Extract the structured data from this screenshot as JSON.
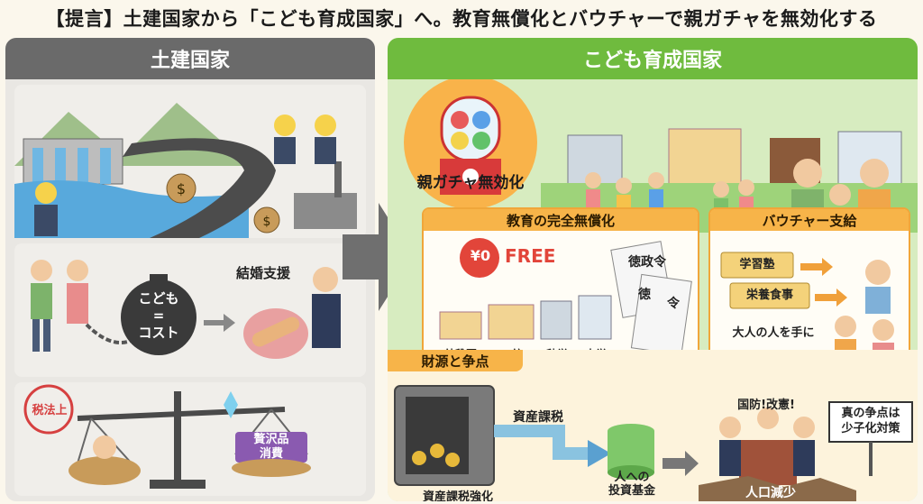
{
  "title": "【提言】土建国家から「こども育成国家」へ。教育無償化とバウチャーで親ガチャを無効化する",
  "left": {
    "header": "土建国家",
    "children_cost": "こども\n=\nコスト",
    "children_cost_l1": "こども",
    "children_cost_l2": "=",
    "children_cost_l3": "コスト",
    "marriage_support": "結婚支援",
    "tax_stamp": "税法上",
    "luxury": "贅沢品\n消費",
    "luxury_l1": "贅沢品",
    "luxury_l2": "消費"
  },
  "right": {
    "header": "こども育成国家",
    "gacha_label": "親ガチャ無効化",
    "free_edu": {
      "head": "教育の完全無償化",
      "zero": "¥0",
      "free": "FREE",
      "decree_1": "徳政令",
      "decree_2": "徳",
      "decree_3": "令",
      "schools": [
        "幼稚園",
        "〜統",
        "秋学",
        "大学"
      ]
    },
    "voucher": {
      "head": "バウチャー支給",
      "ticket_1": "学習塾",
      "ticket_2": "栄養食事",
      "caption": "大人の人を手に"
    },
    "finance": {
      "head": "財源と争点",
      "asset_tax": "資産課税",
      "asset_tax_strengthen": "資産課税強化",
      "fund_l1": "人への",
      "fund_l2": "投資基金",
      "slogan": "国防!改憲!",
      "real_issue_l1": "真の争点は",
      "real_issue_l2": "少子化対策",
      "pop_decline": "人口減少"
    }
  },
  "colors": {
    "left_header": "#6a6a6a",
    "right_header": "#6fbb3e",
    "card_border": "#f0a63a",
    "accent_red": "#e2453a"
  }
}
